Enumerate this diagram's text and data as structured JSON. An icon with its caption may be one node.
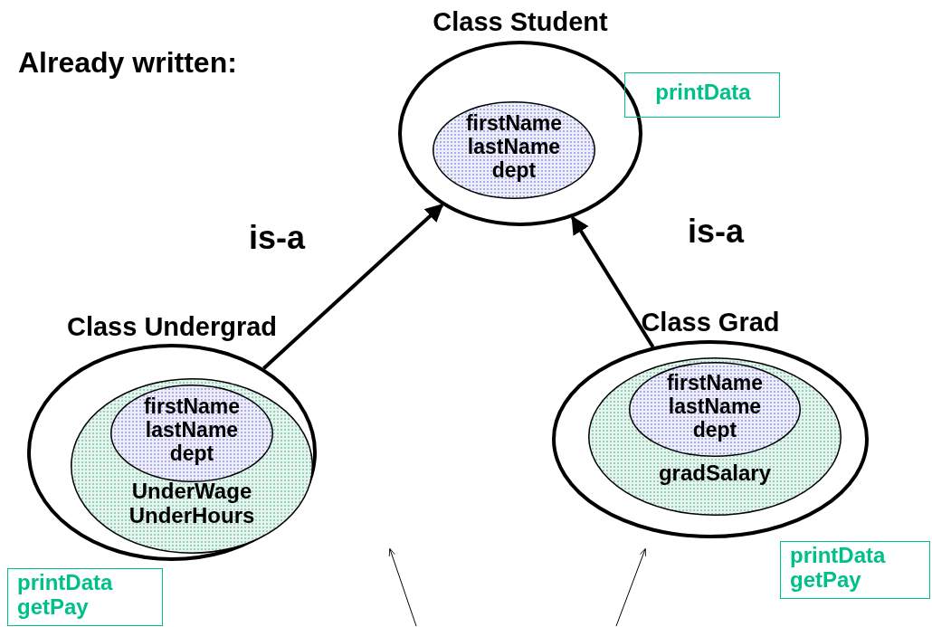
{
  "diagram": {
    "nodes": [
      {
        "text": [
          "Class Student"
        ]
      },
      {
        "text": [
          "firstName lastName dept"
        ],
        "in": 0
      },
      {
        "text": [
          "printData"
        ]
      },
      {
        "text": [
          "Class Undergrad"
        ]
      },
      {
        "text": [
          "UnderWage UnderHours"
        ],
        "in": 3
      },
      {
        "text": [
          "firstName lastName dept"
        ],
        "in": 4
      },
      {
        "text": [
          "printData getPay"
        ]
      },
      {
        "text": [
          "Class Grad"
        ]
      },
      {
        "text": [
          "gradSalary"
        ],
        "in": 7
      },
      {
        "text": [
          "firstName lastName dept"
        ],
        "in": 8
      },
      {
        "text": [
          "printData getPay"
        ]
      }
    ],
    "edges": [
      {
        "from": 3,
        "to": 0,
        "arrow": "to",
        "label": "is-a"
      },
      {
        "from": 7,
        "to": 0,
        "arrow": "to",
        "label": "is-a"
      }
    ],
    "labels": [
      "Already written:"
    ]
  }
}
